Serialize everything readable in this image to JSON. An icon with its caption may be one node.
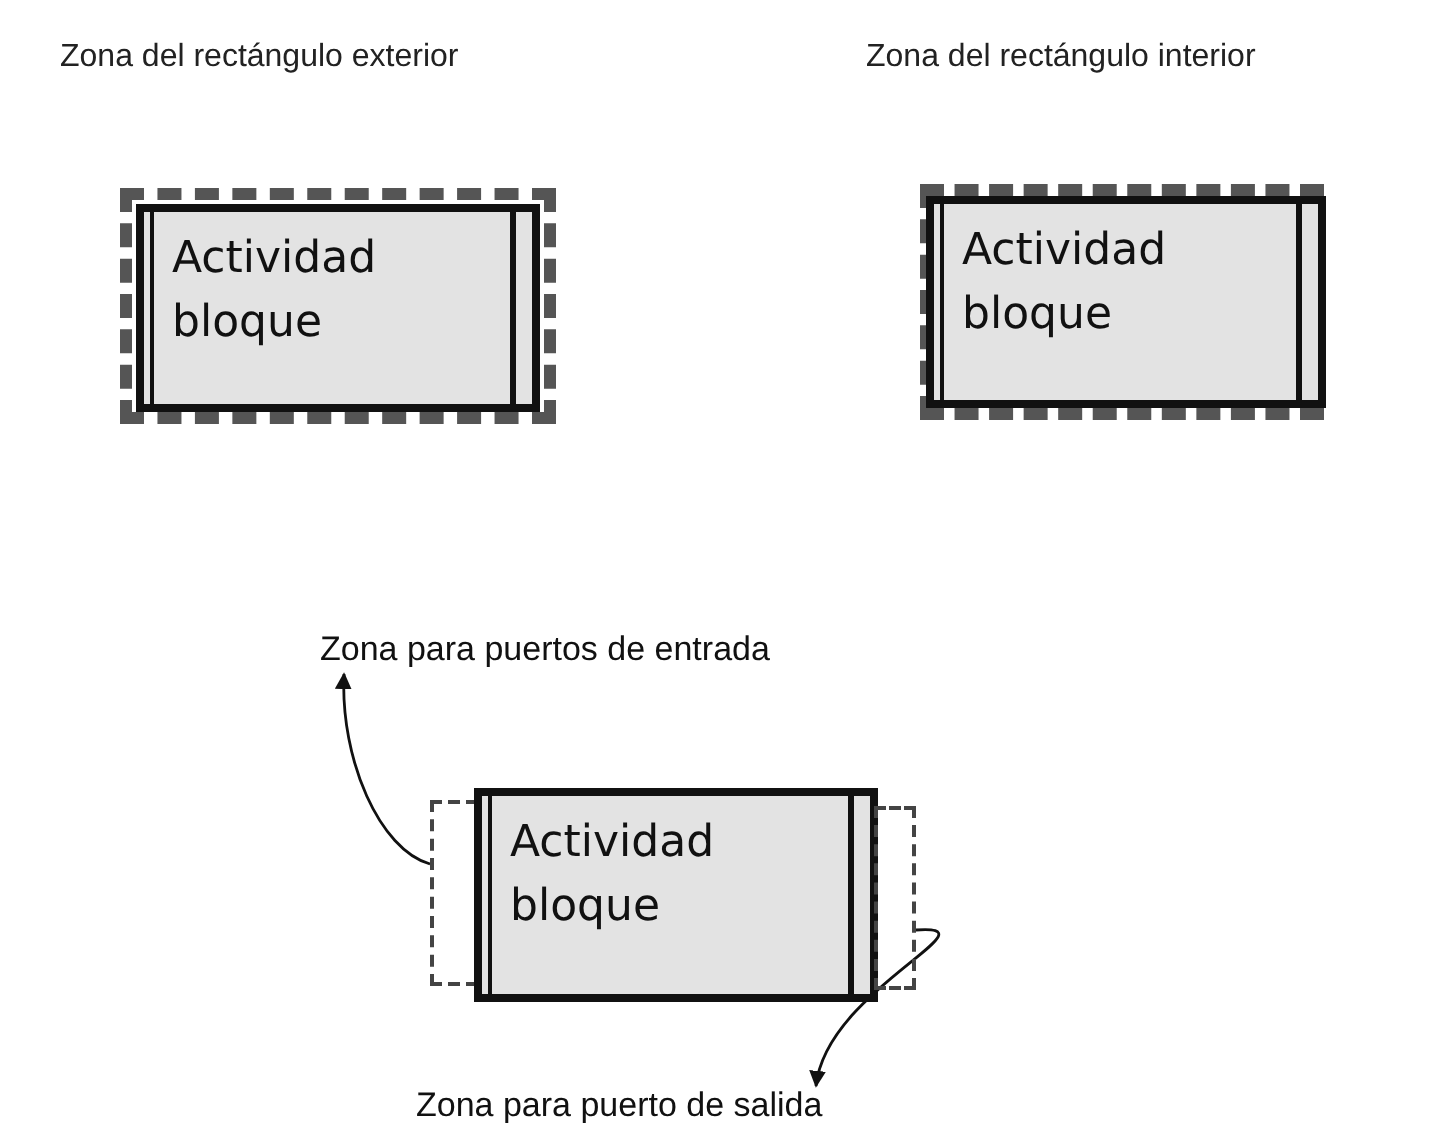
{
  "diagram": {
    "nodes": [
      {
        "text": [
          "Actividad bloque"
        ]
      },
      {
        "text": [
          "Actividad bloque"
        ]
      },
      {
        "text": [
          "Zona para puertos de entrada"
        ]
      },
      {
        "text": [],
        "shape": "box"
      },
      {
        "text": [
          "Actividad bloque"
        ]
      },
      {
        "text": [],
        "shape": "box"
      },
      {
        "text": [
          "Zona para puerto de salida"
        ]
      }
    ],
    "edges": [
      {
        "from": 3,
        "to": 2,
        "arrow": "to"
      },
      {
        "from": 5,
        "to": 6,
        "arrow": "to"
      }
    ],
    "labels": [
      "Zona del rectángulo exterior",
      "Zona del rectángulo interior"
    ]
  }
}
